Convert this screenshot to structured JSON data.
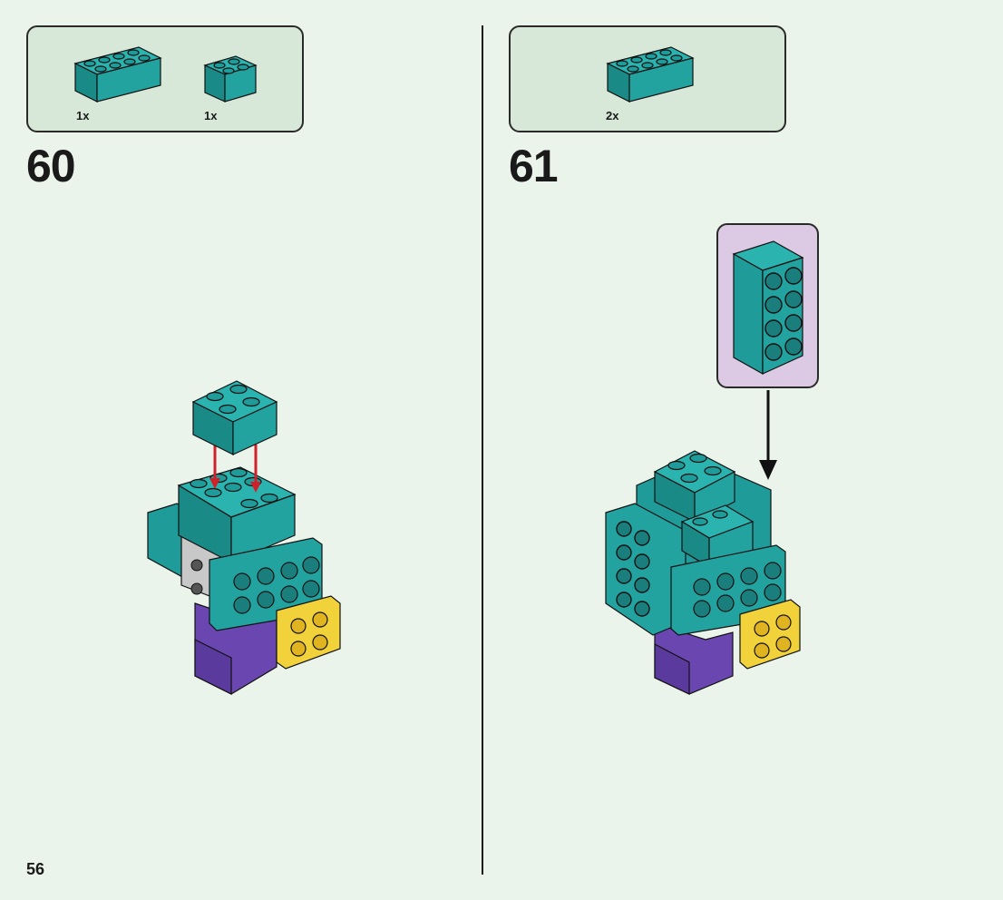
{
  "page": {
    "number": "56"
  },
  "steps": [
    {
      "number": "60",
      "parts": [
        {
          "qty": "1x",
          "icon": "teal-brick-2x4-icon"
        },
        {
          "qty": "1x",
          "icon": "teal-brick-2x2-icon"
        }
      ]
    },
    {
      "number": "61",
      "parts": [
        {
          "qty": "2x",
          "icon": "teal-brick-2x4-icon"
        }
      ]
    }
  ],
  "colors": {
    "teal": "#23a3a0",
    "teal_dark": "#1a7f7c",
    "purple": "#6a47b0",
    "yellow": "#f2d23a",
    "grey": "#9a9a9a",
    "arrow_red": "#d0202a",
    "callout_bg": "#dccae4"
  }
}
